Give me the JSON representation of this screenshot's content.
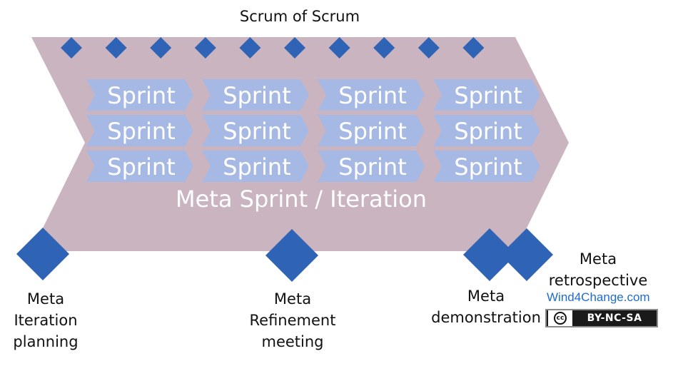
{
  "scrum_of_scrum_label": "Scrum of Scrum",
  "sprint_label": "Sprint",
  "meta_sprint_label": "Meta Sprint / Iteration",
  "meta_events": {
    "planning": "Meta\nIteration\nplanning",
    "refinement": "Meta\nRefinement\nmeeting",
    "demonstration": "Meta\ndemonstration",
    "retrospective": "Meta\nretrospective"
  },
  "credit": "Wind4Change.com",
  "license": {
    "icon": "cc-icon",
    "cc_text": "cc",
    "label": "BY-NC-SA"
  },
  "colors": {
    "chevron": "#c9b4c0",
    "sprint": "#a6b8e4",
    "diamond": "#2e63b5",
    "text_light": "#ffffff"
  }
}
